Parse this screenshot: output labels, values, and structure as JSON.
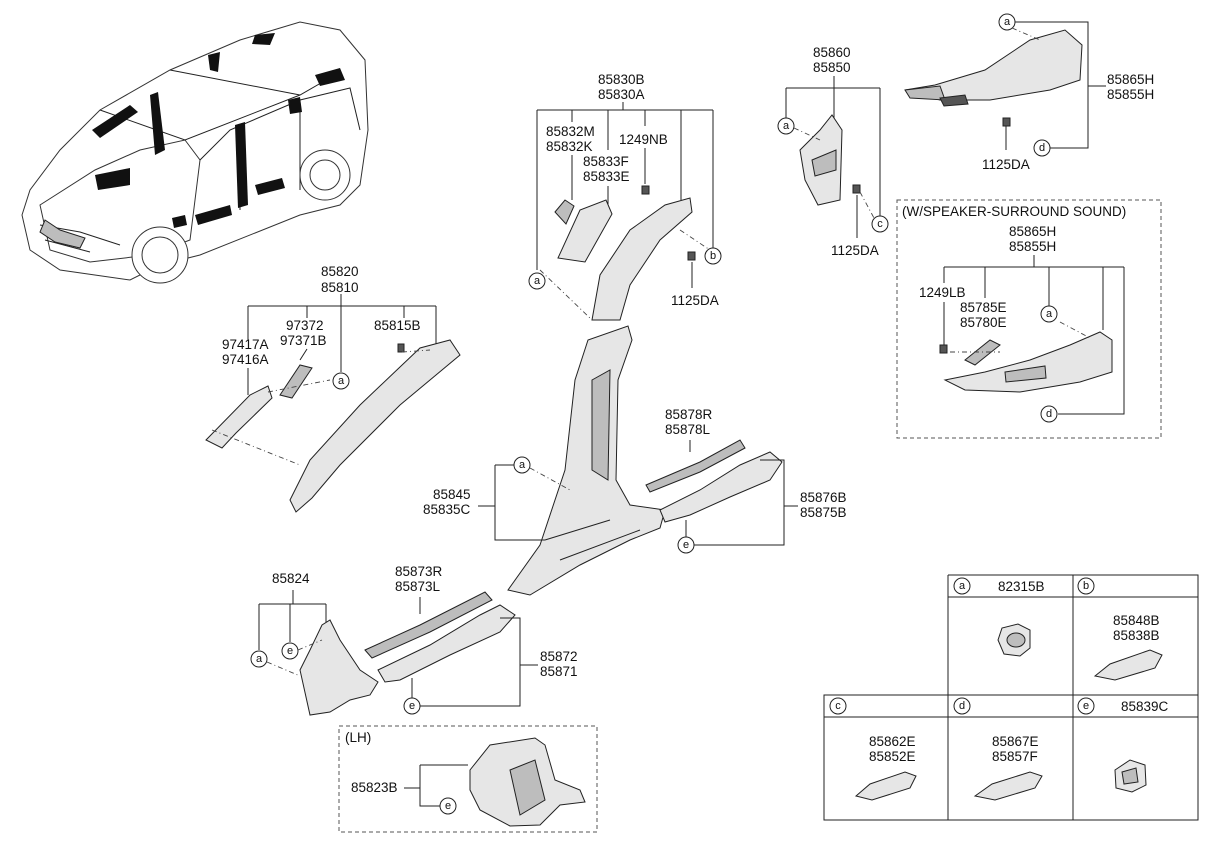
{
  "labels": {
    "a_pillar_assy_1": "85820",
    "a_pillar_assy_2": "85810",
    "a_pillar_clip": "85815B",
    "grille_1": "97372",
    "grille_2": "97371B",
    "a_pillar_cover_1": "97417A",
    "a_pillar_cover_2": "97416A",
    "c_pillar_assy_1": "85830B",
    "c_pillar_assy_2": "85830A",
    "c_sub_1": "85832M",
    "c_sub_2": "85832K",
    "c_sub_3": "85833F",
    "c_sub_4": "85833E",
    "c_bolt": "1249NB",
    "c_screw": "1125DA",
    "d_pillar_assy_1": "85860",
    "d_pillar_assy_2": "85850",
    "d_screw": "1125DA",
    "rear_assy_1": "85865H",
    "rear_assy_2": "85855H",
    "rear_screw": "1125DA",
    "speaker_title": "(W/SPEAKER-SURROUND SOUND)",
    "sp_assy_1": "85865H",
    "sp_assy_2": "85855H",
    "sp_bolt": "1249LB",
    "sp_cover_1": "85785E",
    "sp_cover_2": "85780E",
    "b_pillar_1": "85845",
    "b_pillar_2": "85835C",
    "rear_scuff_1": "85878R",
    "rear_scuff_2": "85878L",
    "rear_sill_1": "85876B",
    "rear_sill_2": "85875B",
    "front_cowl": "85824",
    "front_scuff_1": "85873R",
    "front_scuff_2": "85873L",
    "front_sill_1": "85872",
    "front_sill_2": "85871",
    "lh_title": "(LH)",
    "lh_part": "85823B"
  },
  "callouts": {
    "a": "a",
    "b": "b",
    "c": "c",
    "d": "d",
    "e": "e"
  },
  "legend": {
    "a_part": "82315B",
    "b_part_1": "85848B",
    "b_part_2": "85838B",
    "c_part_1": "85862E",
    "c_part_2": "85852E",
    "d_part_1": "85867E",
    "d_part_2": "85857F",
    "e_part": "85839C"
  }
}
